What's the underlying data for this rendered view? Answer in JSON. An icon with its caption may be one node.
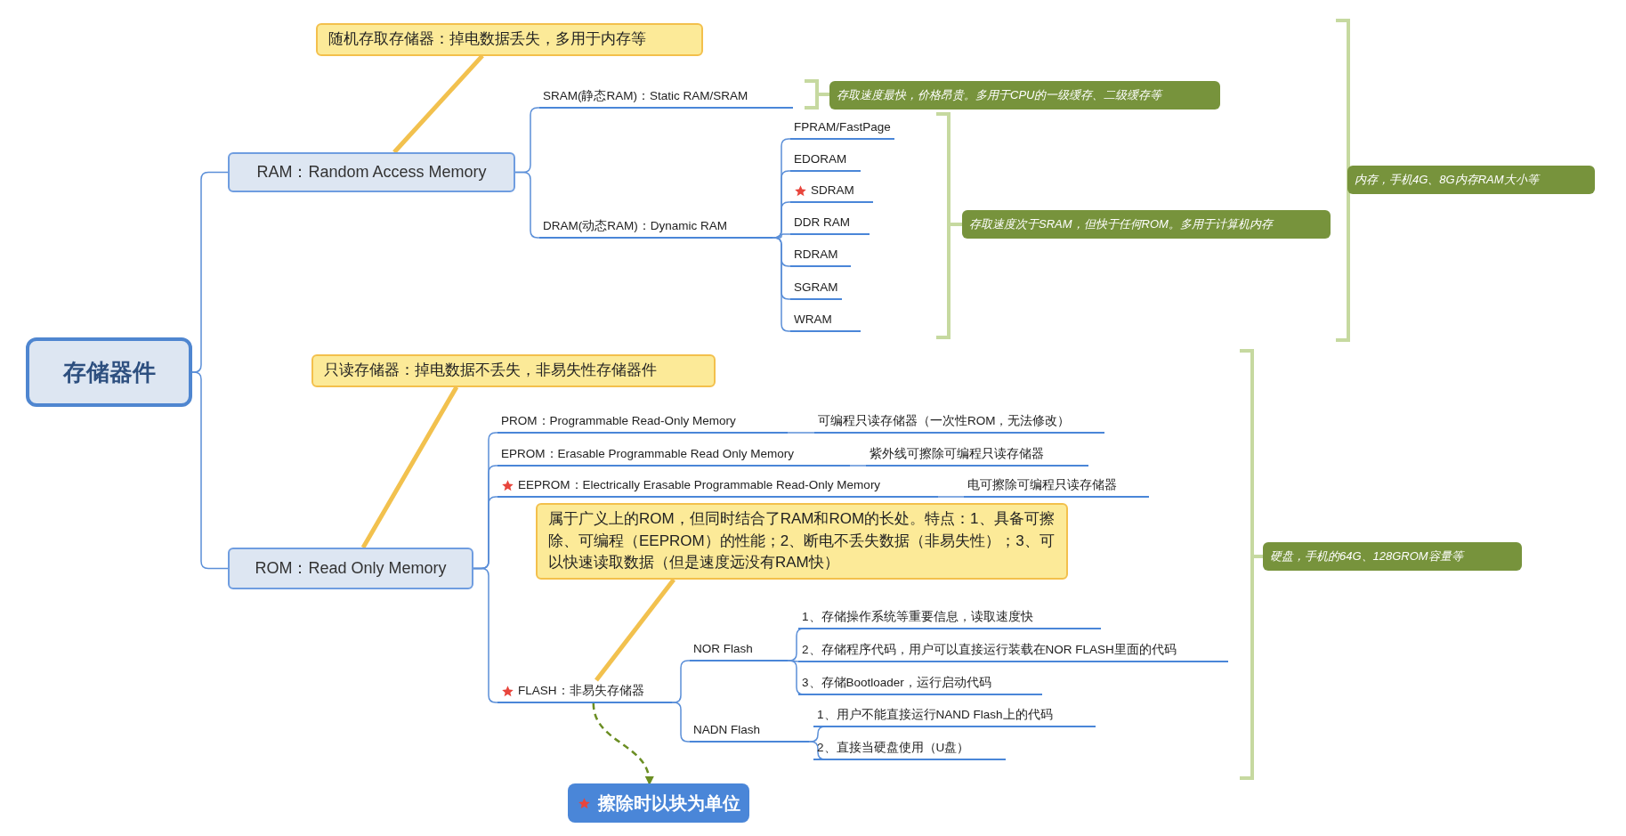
{
  "diagram": {
    "nodes": [
      {
        "text": [
          "存储器件"
        ]
      },
      {
        "text": [
          "RAM：Random Access Memory"
        ]
      },
      {
        "text": [
          "随机存取存储器：掉电数据丢失，多用于内存等"
        ]
      },
      {
        "text": [
          "SRAM(静态RAM)：Static RAM/SRAM"
        ]
      },
      {
        "text": [
          "存取速度最快，价格昂贵。多用于CPU的一级缓存、二级缓存等"
        ]
      },
      {
        "text": [
          "DRAM(动态RAM)：Dynamic RAM"
        ]
      },
      {
        "text": [
          "FPRAM/FastPage"
        ]
      },
      {
        "text": [
          "EDORAM"
        ]
      },
      {
        "text": [
          "SDRAM"
        ]
      },
      {
        "text": [
          "DDR RAM"
        ]
      },
      {
        "text": [
          "RDRAM"
        ]
      },
      {
        "text": [
          "SGRAM"
        ]
      },
      {
        "text": [
          "WRAM"
        ]
      },
      {
        "text": [
          "存取速度次于SRAM，但快于任何ROM。多用于计算机内存"
        ]
      },
      {
        "text": [
          "内存，手机4G、8G内存RAM大小等"
        ]
      },
      {
        "text": [
          "ROM：Read Only Memory"
        ]
      },
      {
        "text": [
          "只读存储器：掉电数据不丢失，非易失性存储器件"
        ]
      },
      {
        "text": [
          "PROM：Programmable Read-Only Memory"
        ]
      },
      {
        "text": [
          "可编程只读存储器（一次性ROM，无法修改）"
        ]
      },
      {
        "text": [
          "EPROM：Erasable Programmable Read Only Memory"
        ]
      },
      {
        "text": [
          "紫外线可擦除可编程只读存储器"
        ]
      },
      {
        "text": [
          "EEPROM：Electrically Erasable Programmable Read-Only Memory"
        ]
      },
      {
        "text": [
          "电可擦除可编程只读存储器"
        ]
      },
      {
        "text": [
          "属于广义上的ROM，但同时结合了RAM和ROM的长处。特点：1、具备可擦除、可编程（EEPROM）的性能；2、断电不丢失数据（非易失性）；3、可以快速读取数据（但是速度远没有RAM快）"
        ]
      },
      {
        "text": [
          "FLASH：非易失存储器"
        ]
      },
      {
        "text": [
          "NOR Flash"
        ]
      },
      {
        "text": [
          "NADN Flash"
        ]
      },
      {
        "text": [
          "1、存储操作系统等重要信息，读取速度快"
        ]
      },
      {
        "text": [
          "2、存储程序代码，用户可以直接运行装载在NOR FLASH里面的代码"
        ]
      },
      {
        "text": [
          "3、存储Bootloader，运行启动代码"
        ]
      },
      {
        "text": [
          "1、用户不能直接运行NAND Flash上的代码"
        ]
      },
      {
        "text": [
          "2、直接当硬盘使用（U盘）"
        ]
      },
      {
        "text": [
          "擦除时以块为单位"
        ]
      },
      {
        "text": [
          "硬盘，手机的64G、128GROM容量等"
        ]
      }
    ],
    "edges": [
      {
        "from": 0,
        "to": 1,
        "arrow": "none"
      },
      {
        "from": 0,
        "to": 15,
        "arrow": "none"
      },
      {
        "from": 2,
        "to": 1,
        "arrow": "none",
        "style": "thick",
        "color": "#f2c14e"
      },
      {
        "from": 1,
        "to": 3,
        "arrow": "none"
      },
      {
        "from": 1,
        "to": 5,
        "arrow": "none"
      },
      {
        "from": 5,
        "to": 6,
        "arrow": "none"
      },
      {
        "from": 5,
        "to": 7,
        "arrow": "none"
      },
      {
        "from": 5,
        "to": 8,
        "arrow": "none"
      },
      {
        "from": 5,
        "to": 9,
        "arrow": "none"
      },
      {
        "from": 5,
        "to": 10,
        "arrow": "none"
      },
      {
        "from": 5,
        "to": 11,
        "arrow": "none"
      },
      {
        "from": 5,
        "to": 12,
        "arrow": "none"
      },
      {
        "from": 15,
        "to": 17,
        "arrow": "none"
      },
      {
        "from": 15,
        "to": 19,
        "arrow": "none"
      },
      {
        "from": 15,
        "to": 21,
        "arrow": "none"
      },
      {
        "from": 15,
        "to": 24,
        "arrow": "none"
      },
      {
        "from": 17,
        "to": 18,
        "arrow": "none"
      },
      {
        "from": 19,
        "to": 20,
        "arrow": "none"
      },
      {
        "from": 21,
        "to": 22,
        "arrow": "none"
      },
      {
        "from": 16,
        "to": 15,
        "arrow": "none",
        "style": "thick",
        "color": "#f2c14e"
      },
      {
        "from": 24,
        "to": 25,
        "arrow": "none"
      },
      {
        "from": 24,
        "to": 26,
        "arrow": "none"
      },
      {
        "from": 25,
        "to": 27,
        "arrow": "none"
      },
      {
        "from": 25,
        "to": 28,
        "arrow": "none"
      },
      {
        "from": 25,
        "to": 29,
        "arrow": "none"
      },
      {
        "from": 26,
        "to": 30,
        "arrow": "none"
      },
      {
        "from": 26,
        "to": 31,
        "arrow": "none"
      },
      {
        "from": 23,
        "to": 24,
        "arrow": "none",
        "style": "thick",
        "color": "#f2c14e"
      },
      {
        "from": 24,
        "to": 32,
        "arrow": "to",
        "style": "dashed",
        "color": "#6b8e23"
      }
    ]
  }
}
